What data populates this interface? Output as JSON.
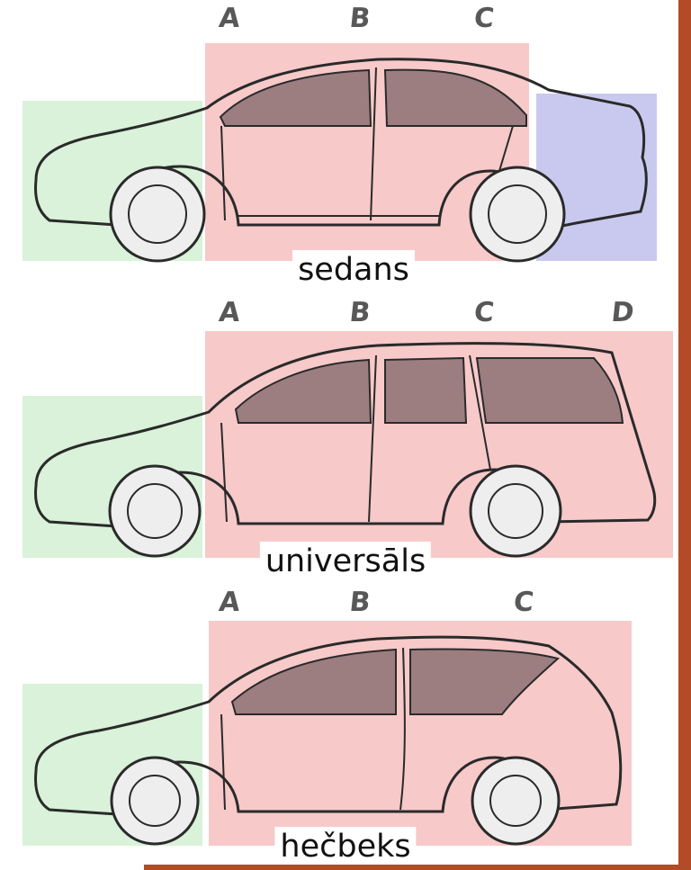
{
  "colors": {
    "front_zone": "#d9f2d9",
    "cabin_zone": "#f7c9c9",
    "trunk_zone": "#c9c9f0",
    "frame_accent": "#b34c26",
    "outline": "#2a2a2a",
    "glass": "#9c7e80"
  },
  "diagrams": [
    {
      "caption": "sedans",
      "pillars": [
        "A",
        "B",
        "C"
      ]
    },
    {
      "caption": "universāls",
      "pillars": [
        "A",
        "B",
        "C",
        "D"
      ]
    },
    {
      "caption": "hečbeks",
      "pillars": [
        "A",
        "B",
        "C"
      ]
    }
  ]
}
